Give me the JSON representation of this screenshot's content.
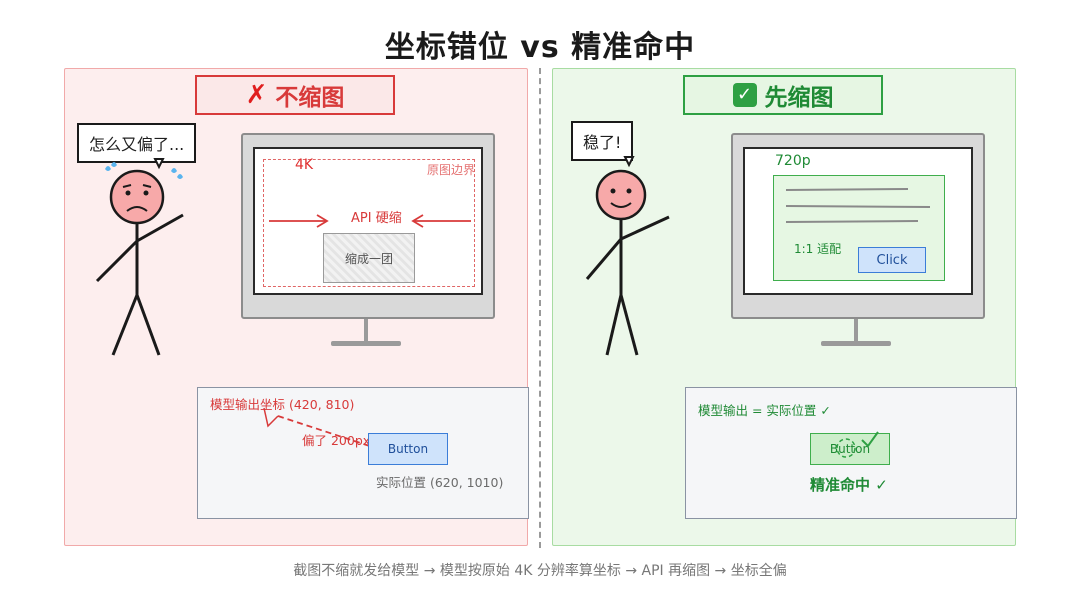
{
  "title": "坐标错位 vs 精准命中",
  "left": {
    "header": "不缩图",
    "header_icon": "cross-icon",
    "bubble": "怎么又偏了...",
    "monitor": {
      "label_4k": "4K",
      "label_original_boundary": "原图边界",
      "label_api": "API 硬缩",
      "shrunk_label": "缩成一团"
    },
    "card": {
      "model_output": "模型输出坐标 (420, 810)",
      "offset": "偏了 200px",
      "button": "Button",
      "actual": "实际位置 (620, 1010)"
    },
    "colors": {
      "accent": "#d83a3a",
      "panel_bg": "#fdeeee"
    }
  },
  "right": {
    "header": "先缩图",
    "header_icon": "check-mark-icon",
    "bubble": "稳了!",
    "monitor": {
      "label_720p": "720p",
      "fit_label": "1:1 适配",
      "click": "Click"
    },
    "card": {
      "model_output": "模型输出 = 实际位置 ✓",
      "button": "Button",
      "result": "精准命中 ✓"
    },
    "colors": {
      "accent": "#2ea043",
      "panel_bg": "#ecf8ea"
    }
  },
  "caption": "截图不缩就发给模型 → 模型按原始 4K 分辨率算坐标 → API 再缩图 → 坐标全偏"
}
